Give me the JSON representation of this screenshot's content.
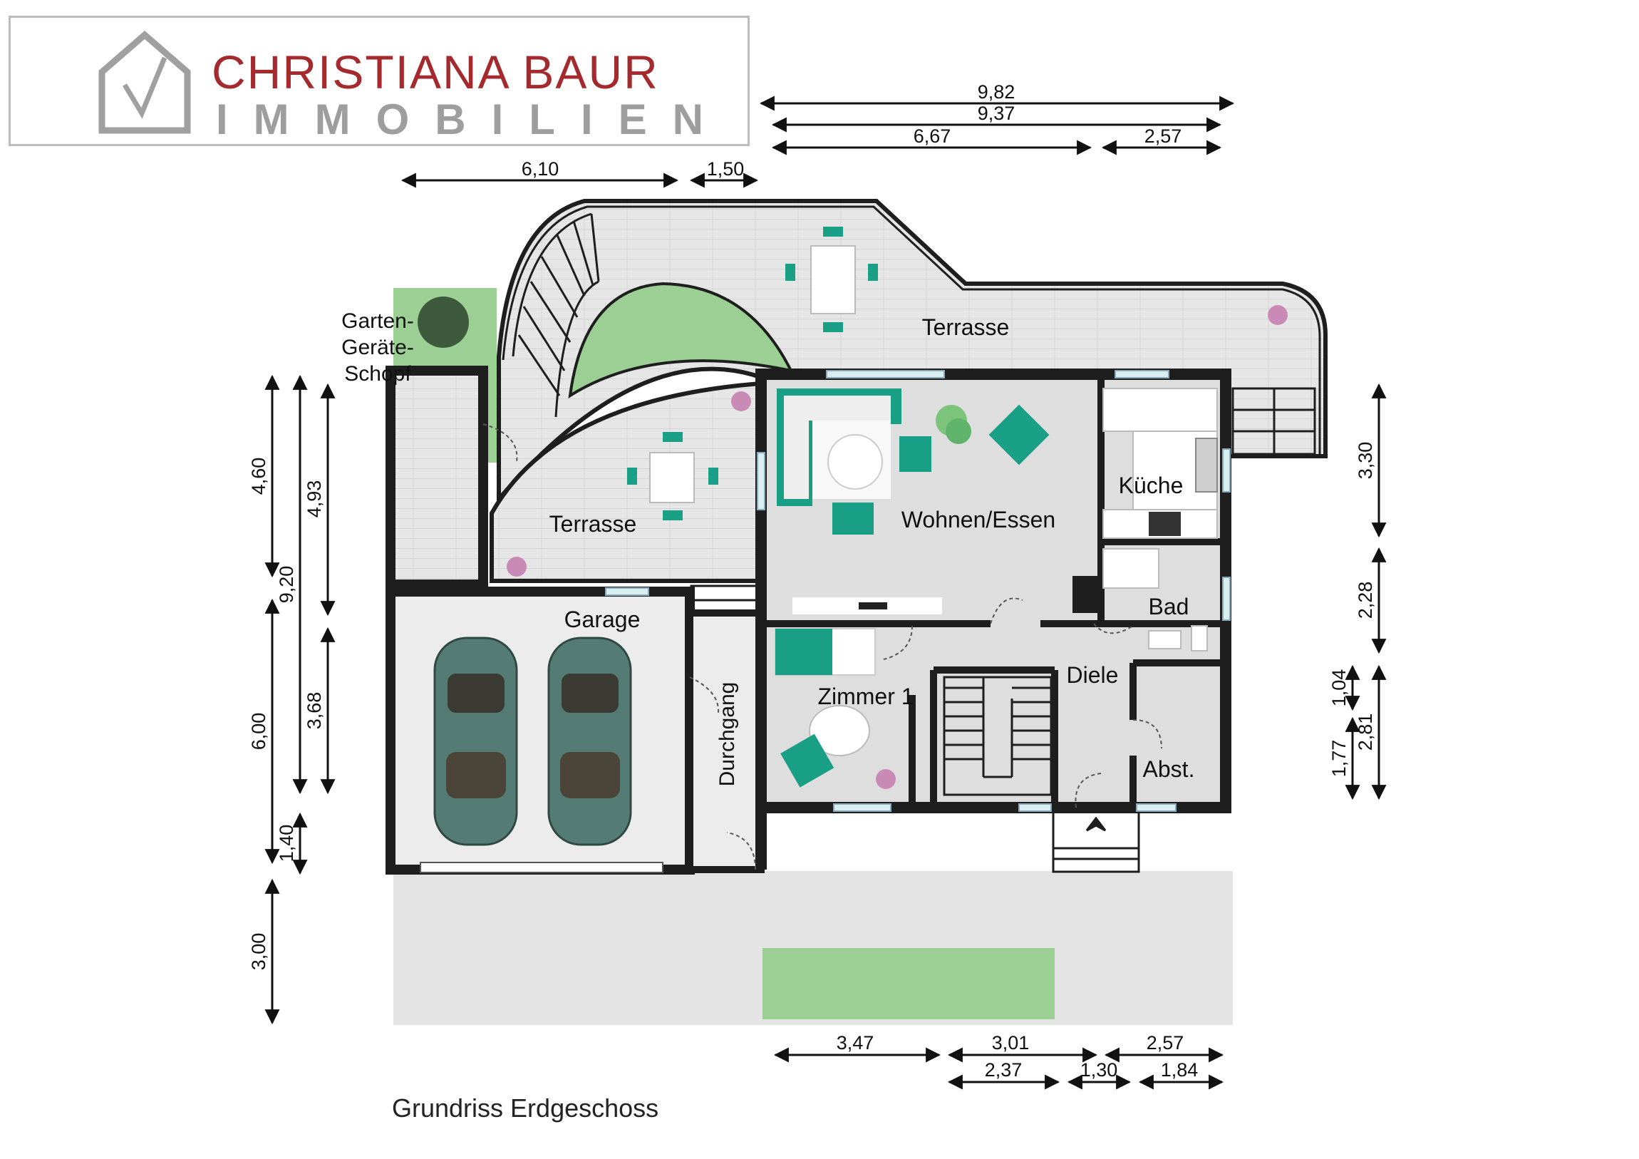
{
  "header": {
    "brand_name": "CHRISTIANA BAUR",
    "brand_sub": "IMMOBILIEN",
    "logo_icon": "house-check-icon"
  },
  "footer": {
    "title": "Grundriss Erdgeschoss"
  },
  "rooms": {
    "garten_schopf_1": "Garten-",
    "garten_schopf_2": "Geräte-",
    "garten_schopf_3": "Schopf",
    "terrasse_top": "Terrasse",
    "terrasse_left": "Terrasse",
    "wohnen": "Wohnen/Essen",
    "kueche": "Küche",
    "bad": "Bad",
    "garage": "Garage",
    "durchgang": "Durchgang",
    "diele": "Diele",
    "zimmer": "Zimmer 1",
    "abst": "Abst."
  },
  "dimensions": {
    "top_9_82": "9,82",
    "top_9_37": "9,37",
    "top_6_67": "6,67",
    "top_2_57": "2,57",
    "top_6_10": "6,10",
    "top_1_50": "1,50",
    "left_4_60": "4,60",
    "left_9_20": "9,20",
    "left_4_93": "4,93",
    "left_6_00": "6,00",
    "left_3_68": "3,68",
    "left_1_40": "1,40",
    "left_3_00": "3,00",
    "right_3_30": "3,30",
    "right_2_28": "2,28",
    "right_1_04": "1,04",
    "right_1_77": "1,77",
    "right_2_81": "2,81",
    "bottom_3_47": "3,47",
    "bottom_3_01": "3,01",
    "bottom_2_57": "2,57",
    "bottom_2_37": "2,37",
    "bottom_1_30": "1,30",
    "bottom_1_84": "1,84"
  },
  "colors": {
    "wall": "#1e1e1e",
    "floor": "#dcdcdc",
    "terrace": "#e8e8e8",
    "lawn": "#9bcf93",
    "furniture": "#1a9f87",
    "car": "#557c74",
    "brand_red": "#a42a2d",
    "brand_grey": "#9e9e9e"
  }
}
